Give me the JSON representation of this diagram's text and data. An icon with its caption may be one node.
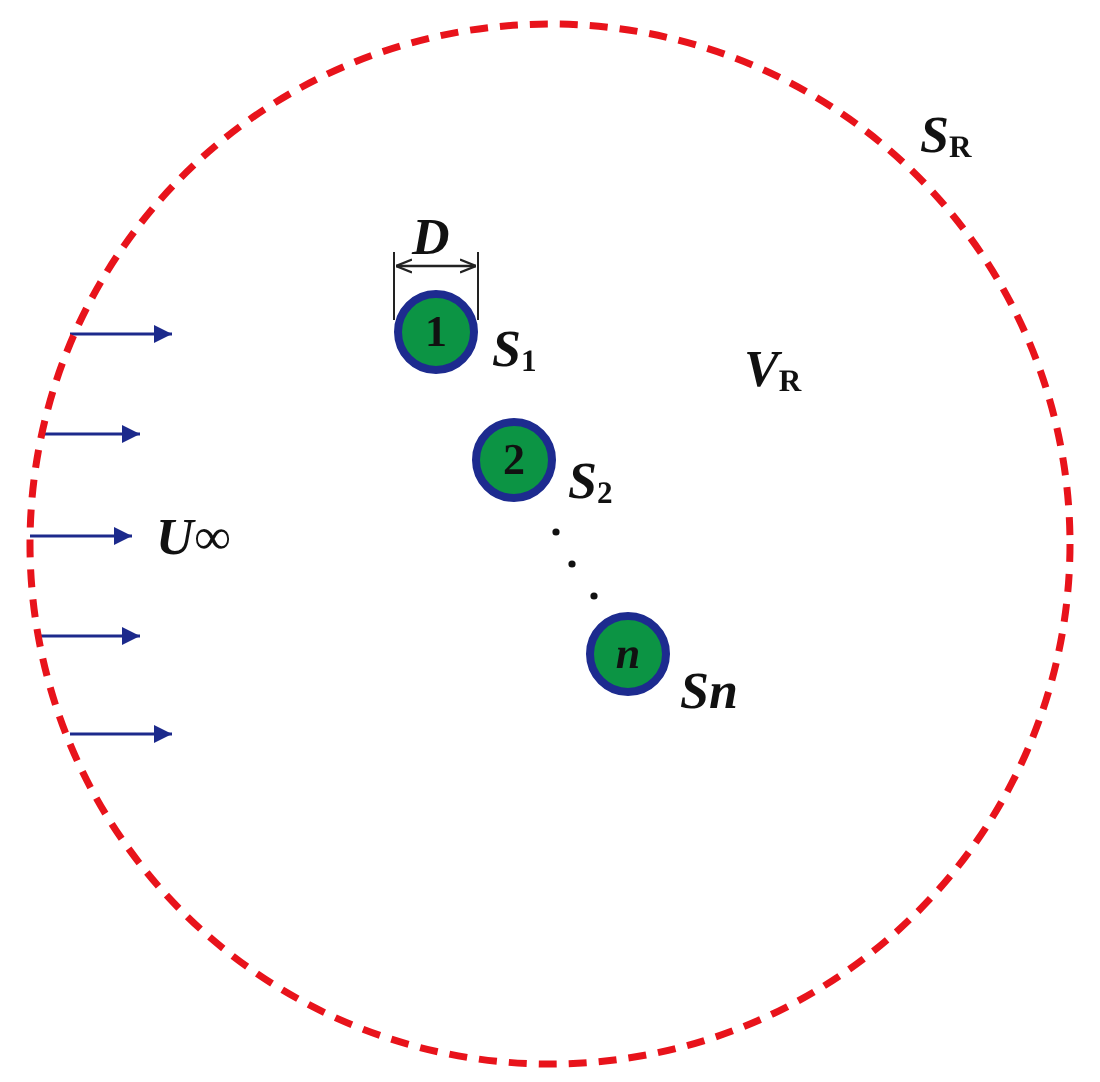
{
  "diagram": {
    "nodes": [
      {
        "text": [
          "V$_{R}$"
        ],
        "beside": [
          "S$_{R}$"
        ]
      },
      {
        "text": [
          "1"
        ],
        "beside": [
          "S$_{1}$"
        ],
        "in": 0
      },
      {
        "text": [
          "2"
        ],
        "beside": [
          "S$_{2}$"
        ],
        "in": 0
      },
      {
        "text": [
          "n"
        ],
        "beside": [
          "Sn"
        ],
        "in": 0
      }
    ],
    "labels": [
      "D",
      "U∞"
    ]
  }
}
